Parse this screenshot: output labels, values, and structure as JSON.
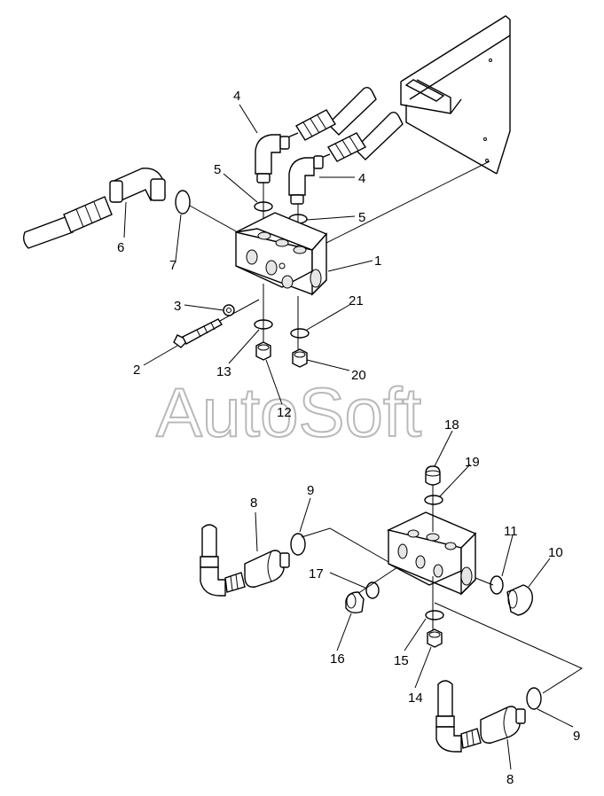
{
  "watermark": "AutoSoft",
  "callouts": [
    {
      "id": "c1",
      "text": "1"
    },
    {
      "id": "c2",
      "text": "2"
    },
    {
      "id": "c3",
      "text": "3"
    },
    {
      "id": "c4a",
      "text": "4"
    },
    {
      "id": "c4b",
      "text": "4"
    },
    {
      "id": "c5a",
      "text": "5"
    },
    {
      "id": "c5b",
      "text": "5"
    },
    {
      "id": "c6",
      "text": "6"
    },
    {
      "id": "c7",
      "text": "7"
    },
    {
      "id": "c12",
      "text": "12"
    },
    {
      "id": "c13",
      "text": "13"
    },
    {
      "id": "c20",
      "text": "20"
    },
    {
      "id": "c21",
      "text": "21"
    },
    {
      "id": "c8a",
      "text": "8"
    },
    {
      "id": "c8b",
      "text": "8"
    },
    {
      "id": "c9a",
      "text": "9"
    },
    {
      "id": "c9b",
      "text": "9"
    },
    {
      "id": "c10",
      "text": "10"
    },
    {
      "id": "c11",
      "text": "11"
    },
    {
      "id": "c14",
      "text": "14"
    },
    {
      "id": "c15",
      "text": "15"
    },
    {
      "id": "c16",
      "text": "16"
    },
    {
      "id": "c17",
      "text": "17"
    },
    {
      "id": "c18",
      "text": "18"
    },
    {
      "id": "c19",
      "text": "19"
    }
  ]
}
